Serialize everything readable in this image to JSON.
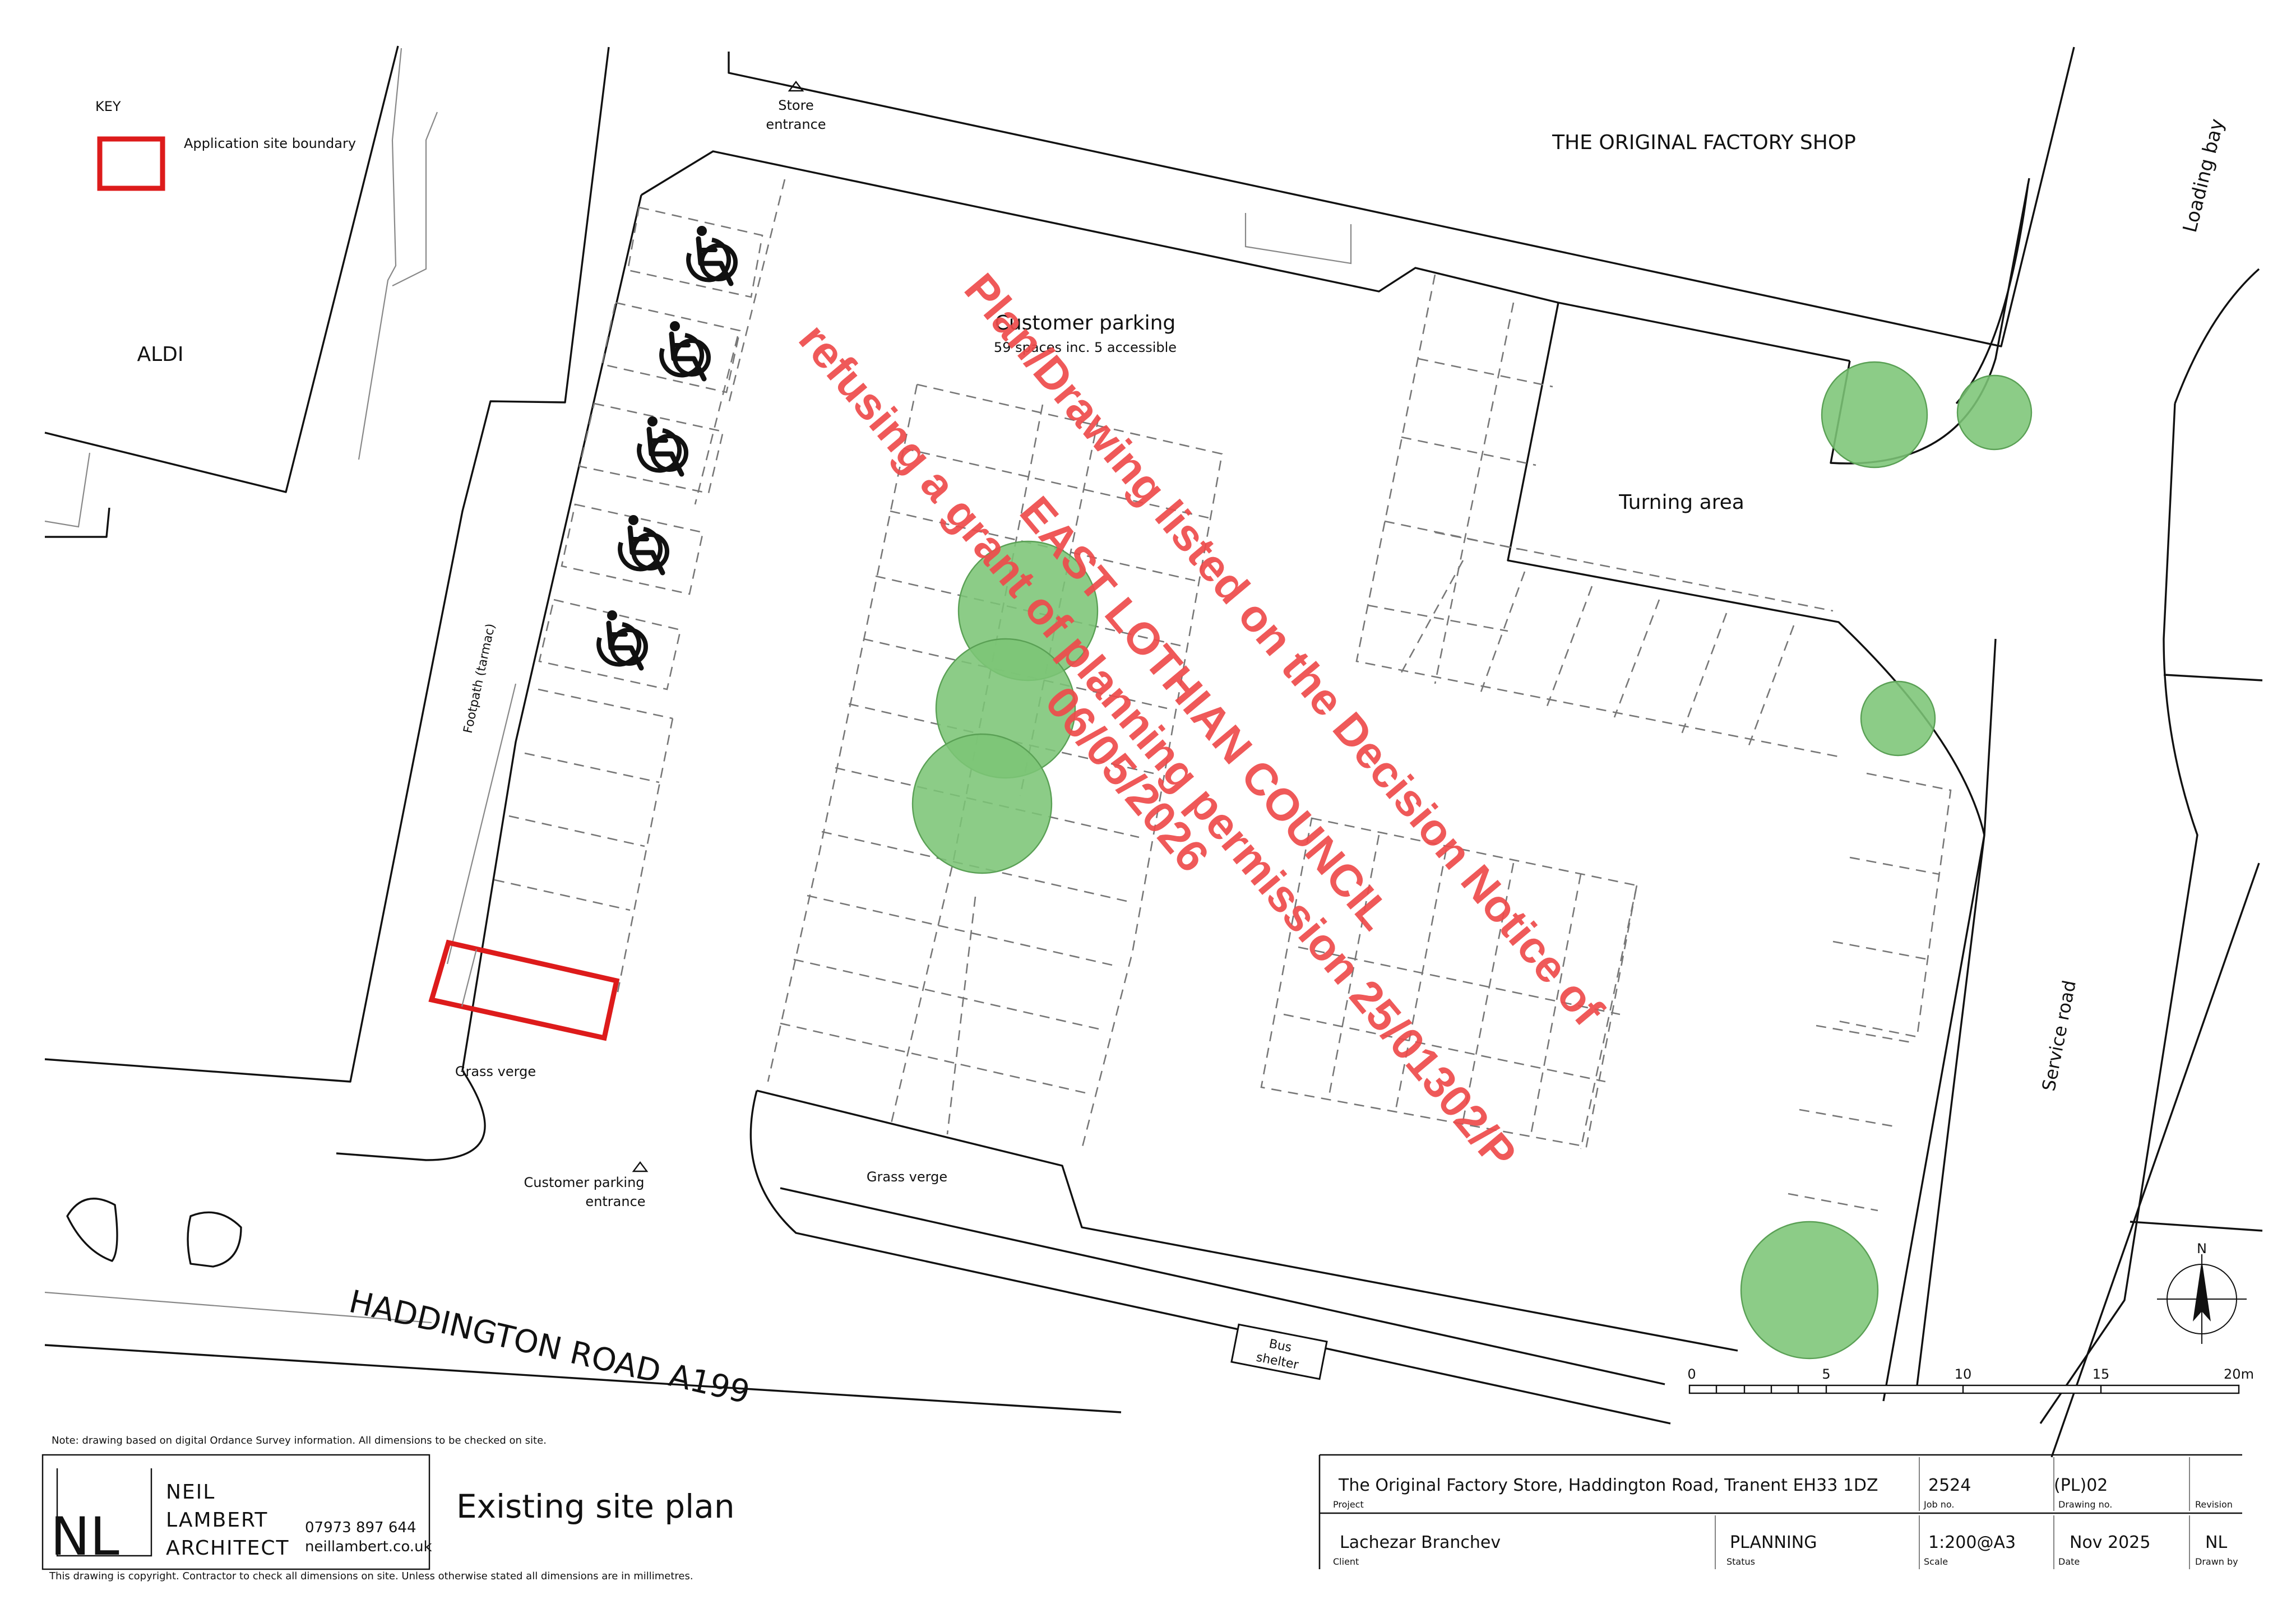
{
  "key": {
    "title": "KEY",
    "boundary_label": "Application site boundary",
    "boundary_color": "#dd1b1b"
  },
  "labels": {
    "aldi": "ALDI",
    "store_entrance_line1": "Store",
    "store_entrance_line2": "entrance",
    "factory_shop": "THE ORIGINAL FACTORY SHOP",
    "loading_bay": "Loading bay",
    "customer_parking": "Customer parking",
    "customer_parking_sub": "59 spaces inc. 5 accessible",
    "turning_area": "Turning area",
    "footpath": "Footpath (tarmac)",
    "grass_verge_left": "Grass verge",
    "grass_verge_mid": "Grass verge",
    "customer_entrance_line1": "Customer parking",
    "customer_entrance_line2": "entrance",
    "road": "HADDINGTON ROAD A199",
    "bus_shelter_line1": "Bus",
    "bus_shelter_line2": "shelter",
    "service_road": "Service road",
    "north": "N"
  },
  "icons": {
    "accessible": "wheelchair-icon",
    "north": "north-arrow-icon",
    "tree": "tree-icon"
  },
  "scale_bar": {
    "ticks": [
      "0",
      "5",
      "10",
      "15",
      "20m"
    ]
  },
  "stamp": {
    "color": "#ee4b4b",
    "lines": [
      "EAST LOTHIAN COUNCIL",
      "Plan/Drawing listed on the Decision Notice of",
      "06/05/2026",
      "refusing a grant of planning permission 25/01302/P"
    ]
  },
  "notes": {
    "top": "Note: drawing based on digital Ordance Survey information. All dimensions to be checked on site.",
    "bottom": "This drawing is copyright. Contractor to check all dimensions on site. Unless otherwise stated all dimensions are in millimetres."
  },
  "architect": {
    "logo": "NL",
    "name_line1": "NEIL",
    "name_line2": "LAMBERT",
    "name_line3": "ARCHITECT",
    "phone": "07973 897 644",
    "website": "neillambert.co.uk"
  },
  "drawing_title": "Existing site plan",
  "title_block": {
    "project_value": "The Original Factory Store, Haddington Road, Tranent EH33 1DZ",
    "project_label": "Project",
    "job_value": "2524",
    "job_label": "Job no.",
    "drawing_value": "(PL)02",
    "drawing_label": "Drawing no.",
    "revision_label": "Revision",
    "client_value": "Lachezar Branchev",
    "client_label": "Client",
    "status_value": "PLANNING",
    "status_label": "Status",
    "scale_value": "1:200@A3",
    "scale_label": "Scale",
    "date_value": "Nov 2025",
    "date_label": "Date",
    "drawn_value": "NL",
    "drawn_label": "Drawn by"
  }
}
